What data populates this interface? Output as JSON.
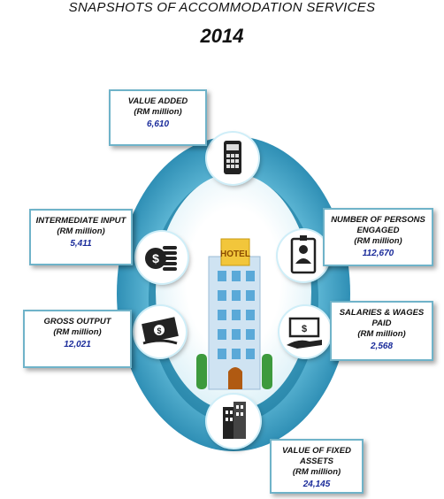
{
  "title": "SNAPSHOTS OF ACCOMMODATION SERVICES",
  "year": "2014",
  "hotel_sign": "HOTEL",
  "stats": {
    "value_added": {
      "label": "VALUE ADDED",
      "unit": "(RM million)",
      "value": "6,610"
    },
    "intermediate_input": {
      "label": "INTERMEDIATE INPUT",
      "unit": "(RM million)",
      "value": "5,411"
    },
    "gross_output": {
      "label": "GROSS OUTPUT",
      "unit": "(RM million)",
      "value": "12,021"
    },
    "persons_engaged": {
      "label1": "NUMBER OF PERSONS",
      "label2": "ENGAGED",
      "unit": "(RM million)",
      "value": "112,670"
    },
    "salaries": {
      "label1": "SALARIES & WAGES",
      "label2": "PAID",
      "unit": "(RM million)",
      "value": "2,568"
    },
    "fixed_assets": {
      "label1": "VALUE OF FIXED",
      "label2": "ASSETS",
      "unit": "(RM million)",
      "value": "24,145"
    }
  },
  "colors": {
    "ring_outer": "#3a9ec0",
    "ring_inner": "#0f6f96",
    "box_border": "#6fb3c9",
    "value_text": "#1a2b9a"
  },
  "icons": [
    "calculator-icon",
    "coin-stack-icon",
    "banknote-icon",
    "id-badge-icon",
    "cash-hand-icon",
    "building-icon"
  ]
}
